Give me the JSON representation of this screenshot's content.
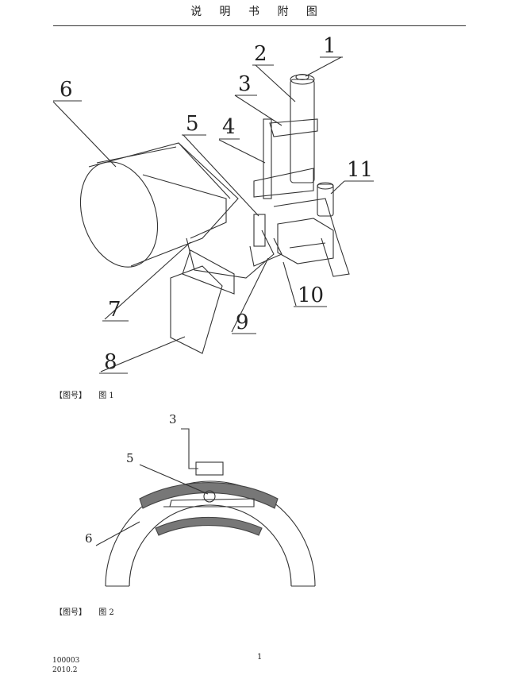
{
  "header": {
    "title": "说 明 书 附 图"
  },
  "figure1": {
    "caption_tag": "【图号】",
    "caption_text": "图 1",
    "labels": [
      "1",
      "2",
      "3",
      "4",
      "5",
      "6",
      "7",
      "8",
      "9",
      "10",
      "11"
    ]
  },
  "figure2": {
    "caption_tag": "【图号】",
    "caption_text": "图 2",
    "labels": [
      "3",
      "5",
      "6"
    ]
  },
  "footer": {
    "page_number": "1",
    "code_line1": "100003",
    "code_line2": "2010.2"
  }
}
